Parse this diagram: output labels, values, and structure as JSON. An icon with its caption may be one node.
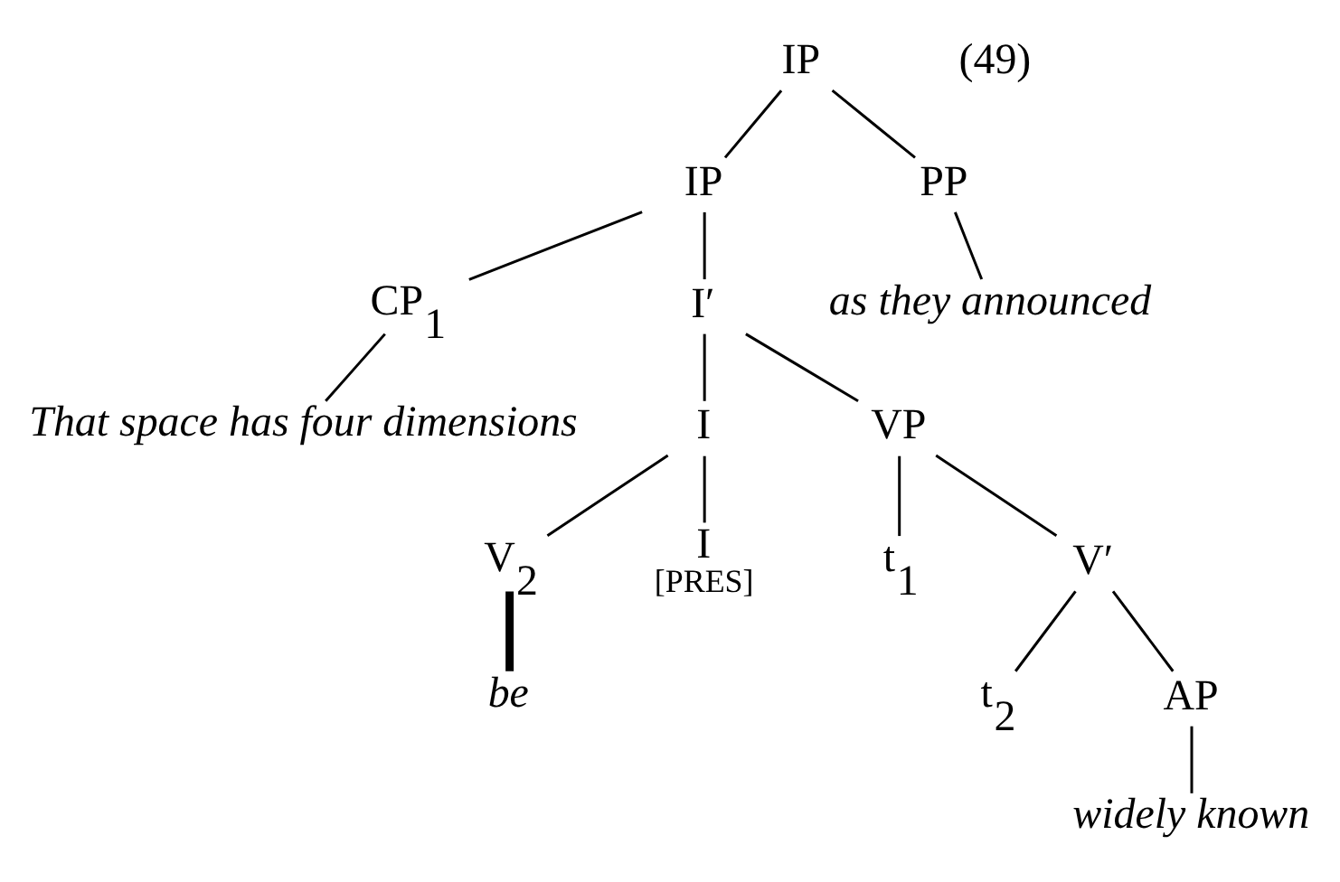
{
  "diagram": {
    "nodes": [
      {
        "text": [
          "IP"
        ]
      },
      {
        "text": [
          "IP"
        ]
      },
      {
        "text": [
          "PP"
        ]
      },
      {
        "text": [
          "CP$_{1}$"
        ]
      },
      {
        "text": [
          "I′"
        ]
      },
      {
        "text": [
          "That space has four dimensions"
        ]
      },
      {
        "text": [
          "I"
        ]
      },
      {
        "text": [
          "VP"
        ]
      },
      {
        "text": [
          "V$_{2}$"
        ]
      },
      {
        "text": [
          "I",
          "[PRES]"
        ]
      },
      {
        "text": [
          "t$_{1}$"
        ]
      },
      {
        "text": [
          "V′"
        ]
      },
      {
        "text": [
          "be"
        ]
      },
      {
        "text": [
          "t$_{2}$"
        ]
      },
      {
        "text": [
          "AP"
        ]
      },
      {
        "text": [
          "widely known"
        ]
      },
      {
        "text": [
          "as they announced"
        ]
      }
    ],
    "edges": [
      {
        "from": 0,
        "to": 1,
        "arrow": "none"
      },
      {
        "from": 0,
        "to": 2,
        "arrow": "none"
      },
      {
        "from": 2,
        "to": 16,
        "arrow": "none"
      },
      {
        "from": 1,
        "to": 3,
        "arrow": "none"
      },
      {
        "from": 1,
        "to": 4,
        "arrow": "none"
      },
      {
        "from": 3,
        "to": 5,
        "arrow": "none"
      },
      {
        "from": 4,
        "to": 6,
        "arrow": "none"
      },
      {
        "from": 4,
        "to": 7,
        "arrow": "none"
      },
      {
        "from": 6,
        "to": 8,
        "arrow": "none"
      },
      {
        "from": 6,
        "to": 9,
        "arrow": "none"
      },
      {
        "from": 7,
        "to": 10,
        "arrow": "none"
      },
      {
        "from": 7,
        "to": 11,
        "arrow": "none"
      },
      {
        "from": 8,
        "to": 12,
        "arrow": "none",
        "style": "thick"
      },
      {
        "from": 11,
        "to": 13,
        "arrow": "none"
      },
      {
        "from": 11,
        "to": 14,
        "arrow": "none"
      },
      {
        "from": 14,
        "to": 15,
        "arrow": "none"
      }
    ],
    "labels": [
      "(49)"
    ]
  }
}
